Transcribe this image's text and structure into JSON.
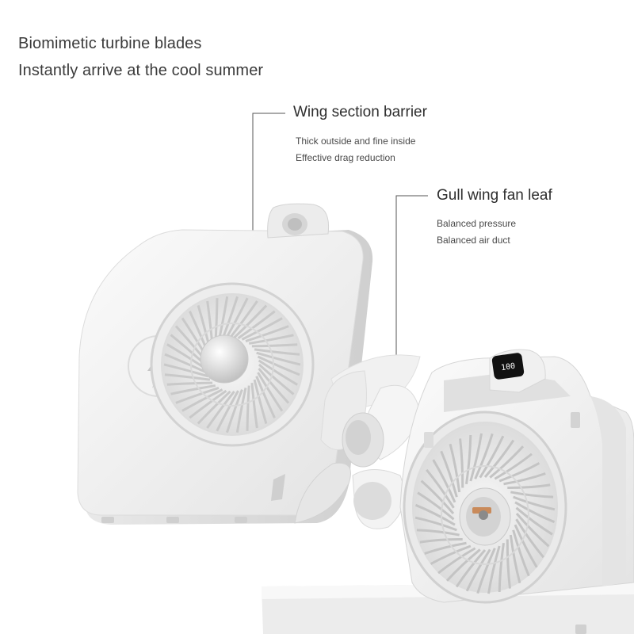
{
  "headline": {
    "line1": "Biomimetic turbine blades",
    "line2": "Instantly arrive at the cool summer"
  },
  "callouts": [
    {
      "title": "Wing section barrier",
      "lines": [
        "Thick outside and fine inside",
        "Effective drag reduction"
      ]
    },
    {
      "title": "Gull wing fan leaf",
      "lines": [
        "Balanced pressure",
        "Balanced air duct"
      ]
    }
  ],
  "display": {
    "reading": "100"
  },
  "icons": {
    "front_panel": "lightning-bolt-icon"
  },
  "colors": {
    "body": "#f4f4f4",
    "shadow": "#d9d9d9",
    "text": "#3a3a3a",
    "display_bg": "#111111",
    "motor_pin": "#c98a5a"
  }
}
